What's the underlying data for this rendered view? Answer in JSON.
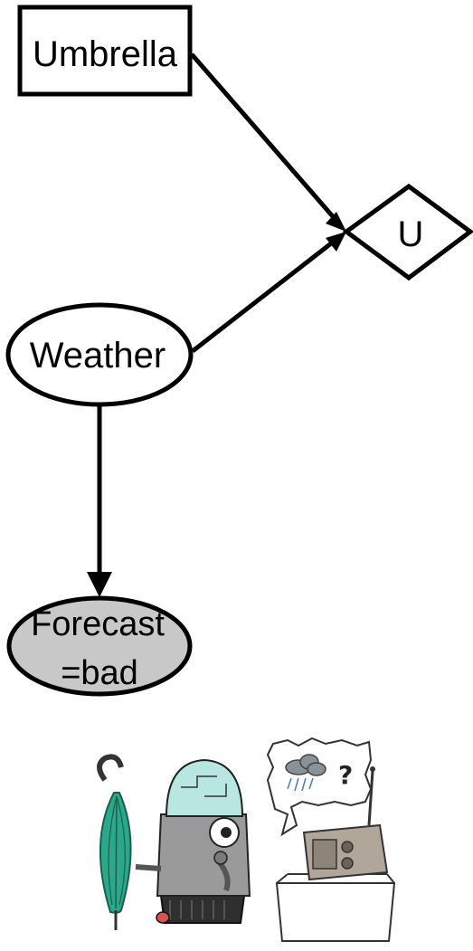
{
  "diagram": {
    "nodes": {
      "umbrella": {
        "label": "Umbrella",
        "shape": "rectangle",
        "kind": "decision"
      },
      "utility": {
        "label": "U",
        "shape": "diamond",
        "kind": "utility"
      },
      "weather": {
        "label": "Weather",
        "shape": "ellipse",
        "kind": "chance"
      },
      "forecast": {
        "label_line1": "Forecast",
        "label_line2": "=bad",
        "shape": "ellipse",
        "kind": "observed-chance",
        "fill": "#c8c8c8"
      }
    },
    "edges": [
      {
        "from": "umbrella",
        "to": "utility"
      },
      {
        "from": "weather",
        "to": "utility"
      },
      {
        "from": "weather",
        "to": "forecast"
      }
    ]
  },
  "illustration": {
    "subject": "robot holding green umbrella looking at radio",
    "speech_bubble_symbol": "?",
    "colors": {
      "umbrella": "#2aa88a",
      "robot_body": "#9a9a9a",
      "robot_dome": "#b8e6e0",
      "radio": "#b0a69a"
    }
  }
}
